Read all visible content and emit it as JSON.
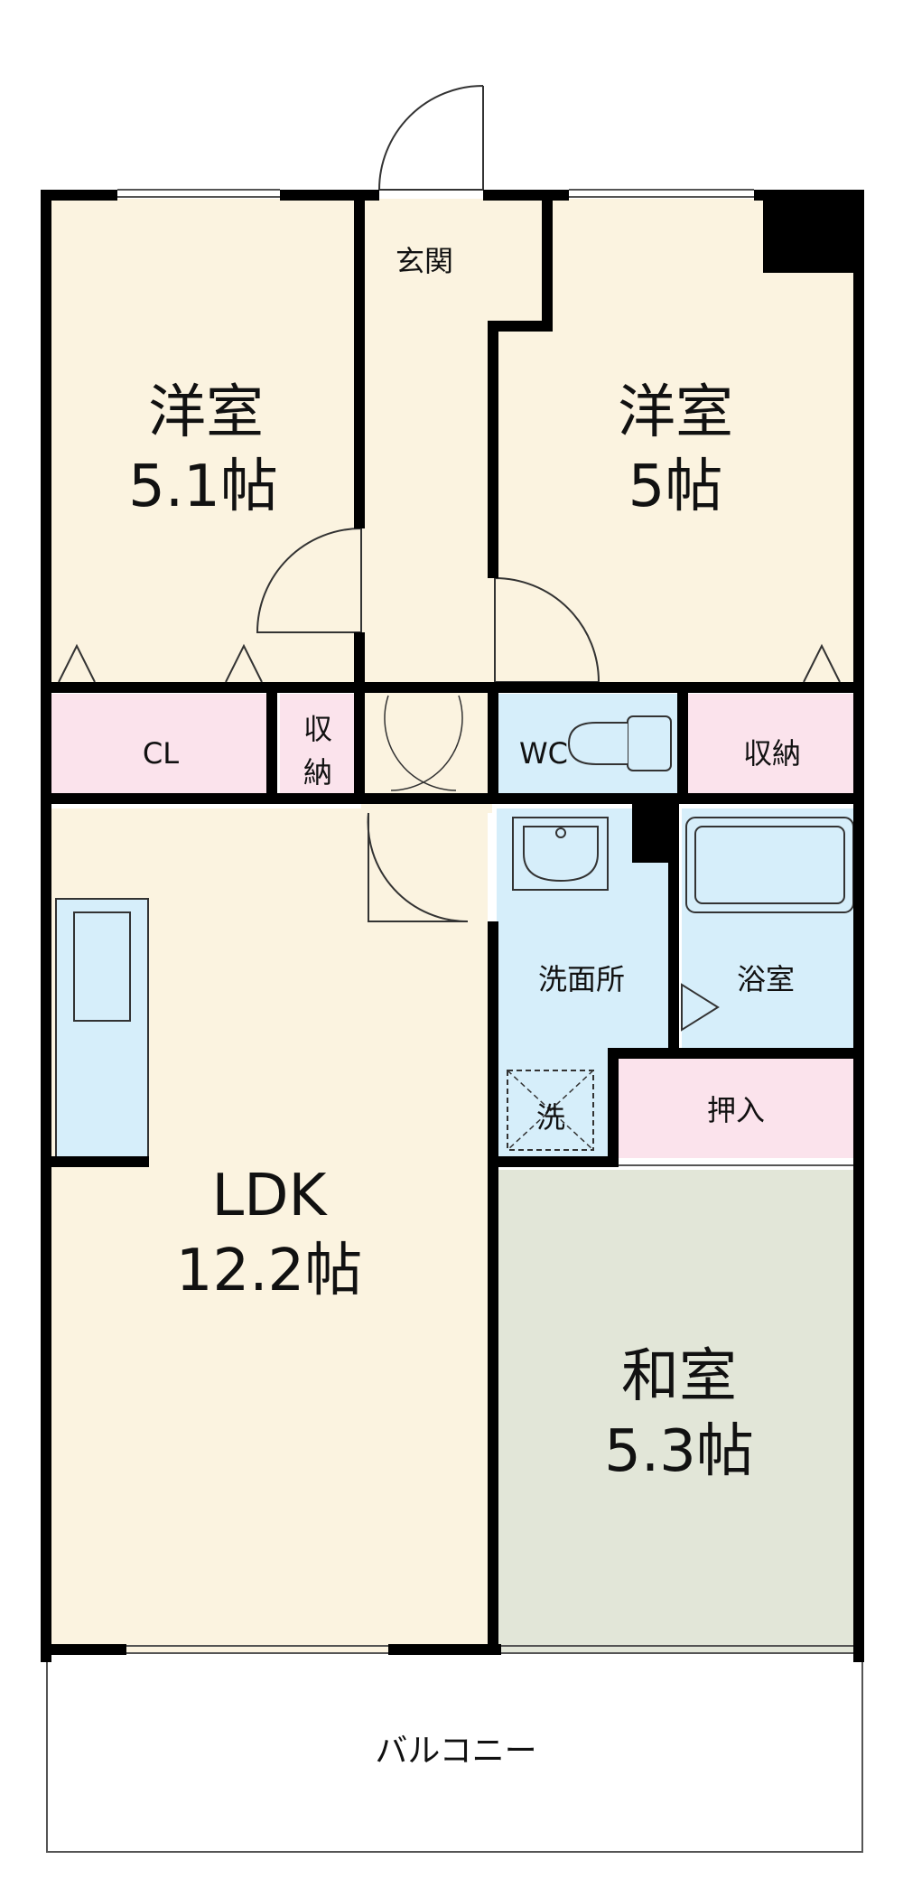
{
  "rooms": {
    "western_left": {
      "name": "洋室",
      "size": "5.1帖"
    },
    "western_right": {
      "name": "洋室",
      "size": "5帖"
    },
    "ldk": {
      "name": "LDK",
      "size": "12.2帖"
    },
    "japanese": {
      "name": "和室",
      "size": "5.3帖"
    },
    "entrance": "玄関",
    "closet": "CL",
    "storage_small_line1": "収",
    "storage_small_line2": "納",
    "wc": "WC",
    "storage_right": "収納",
    "washroom": "洗面所",
    "bathroom": "浴室",
    "oshiire": "押入",
    "washer": "洗",
    "balcony": "バルコニー"
  },
  "colors": {
    "wall": "#000000",
    "room_cream": "#fbf3e0",
    "storage_pink": "#fbe3ec",
    "wet_blue": "#d6eefa",
    "tatami_green": "#e2e6d8",
    "balcony_white": "#ffffff"
  }
}
